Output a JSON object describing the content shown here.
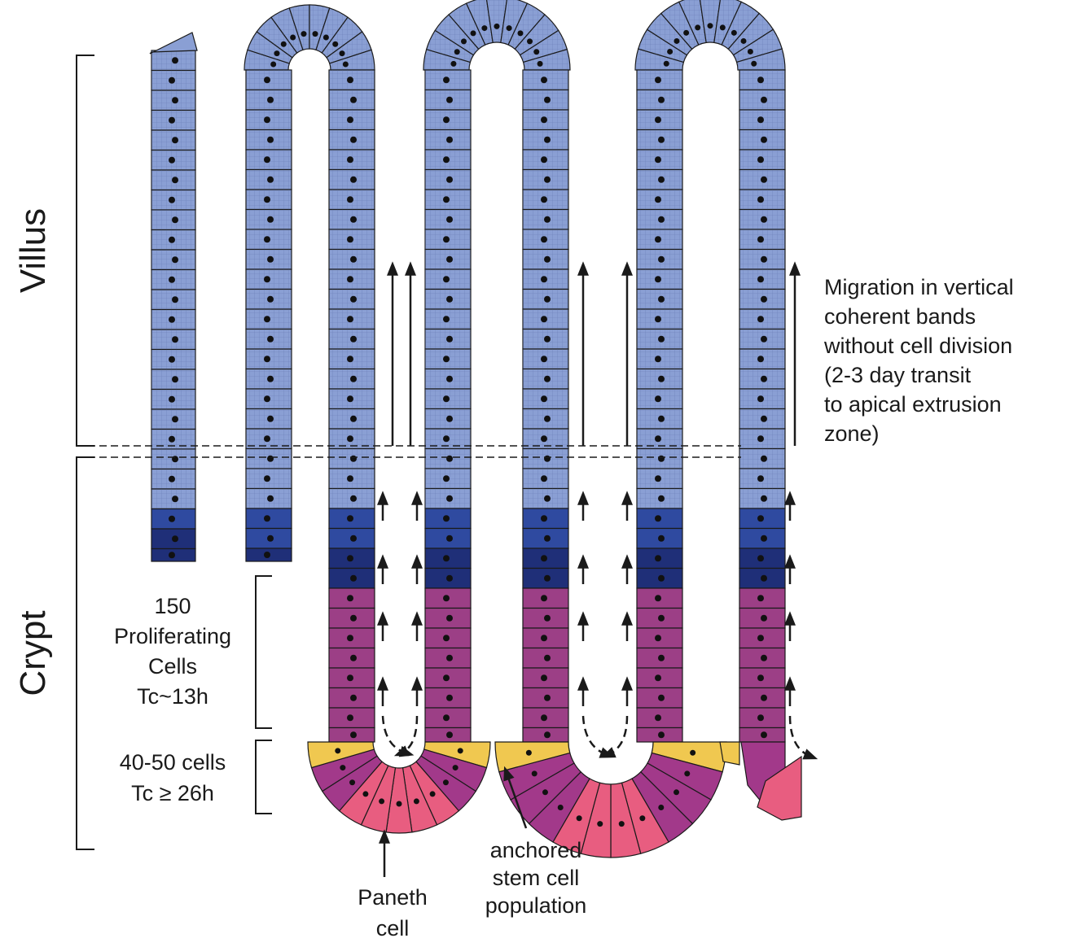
{
  "labels": {
    "villus": "Villus",
    "crypt": "Crypt",
    "proliferating": [
      "150",
      "Proliferating",
      "Cells",
      "Tc~13h"
    ],
    "stem": [
      "40-50 cells",
      "Tc ≥ 26h"
    ],
    "migration": [
      "Migration in vertical",
      "coherent bands",
      "without cell division",
      "(2-3 day transit",
      "to apical extrusion",
      "zone)"
    ],
    "paneth": [
      "Paneth",
      "cell"
    ],
    "anchored": [
      "anchored",
      "stem cell",
      "population"
    ]
  },
  "colors": {
    "villus_cell": "#8a9fd4",
    "transit_cell": "#2f4aa0",
    "transit_dark": "#1f2f78",
    "proliferating_cell": "#9c3f86",
    "stem_cell": "#a2398a",
    "paneth_cell": "#e85d80",
    "yellow_cell": "#f0c850",
    "outline": "#1a1a1a"
  },
  "icons": [
    "up-arrow-icon",
    "curved-arrow-icon",
    "dashed-line"
  ]
}
